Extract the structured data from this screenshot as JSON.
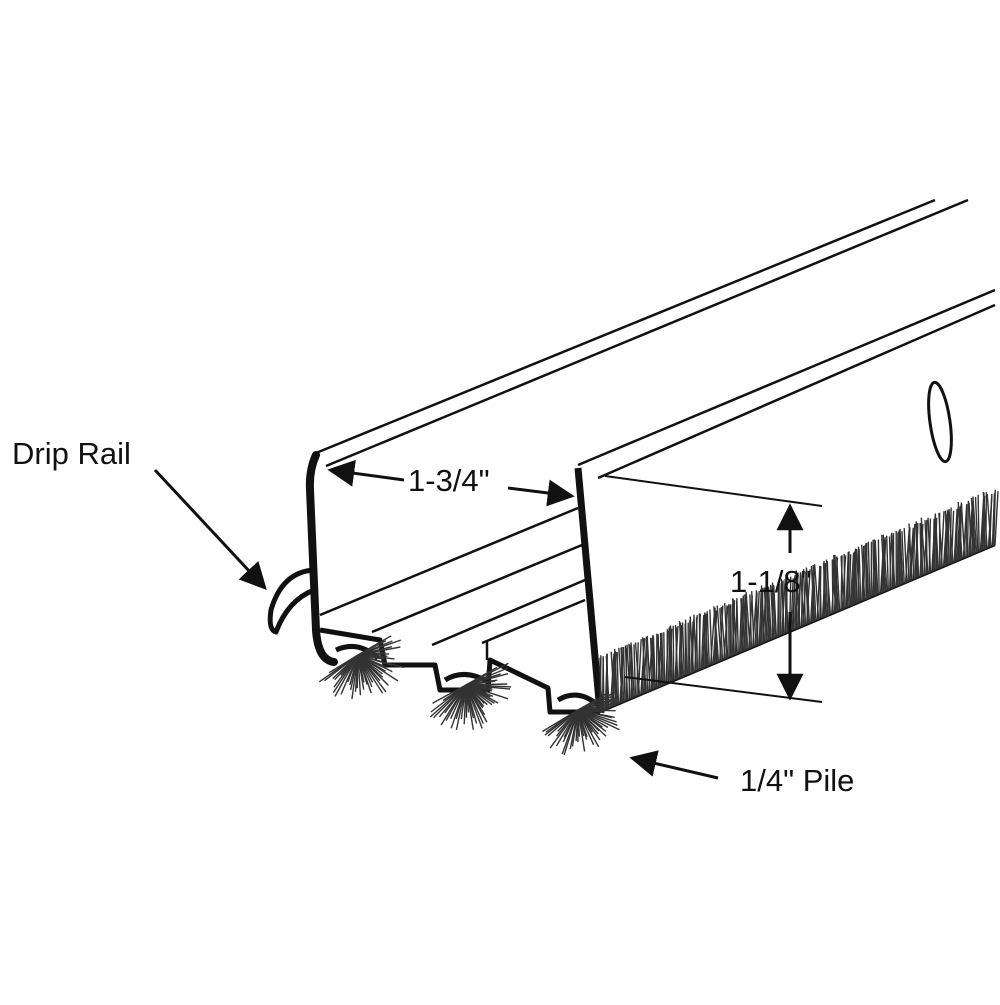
{
  "diagram": {
    "labels": {
      "drip_rail": "Drip Rail",
      "width": "1-3/4\"",
      "height": "1-1/8\"",
      "pile": "1/4\" Pile"
    },
    "colors": {
      "line": "#111111",
      "background": "#ffffff",
      "pile": "#333333"
    }
  }
}
